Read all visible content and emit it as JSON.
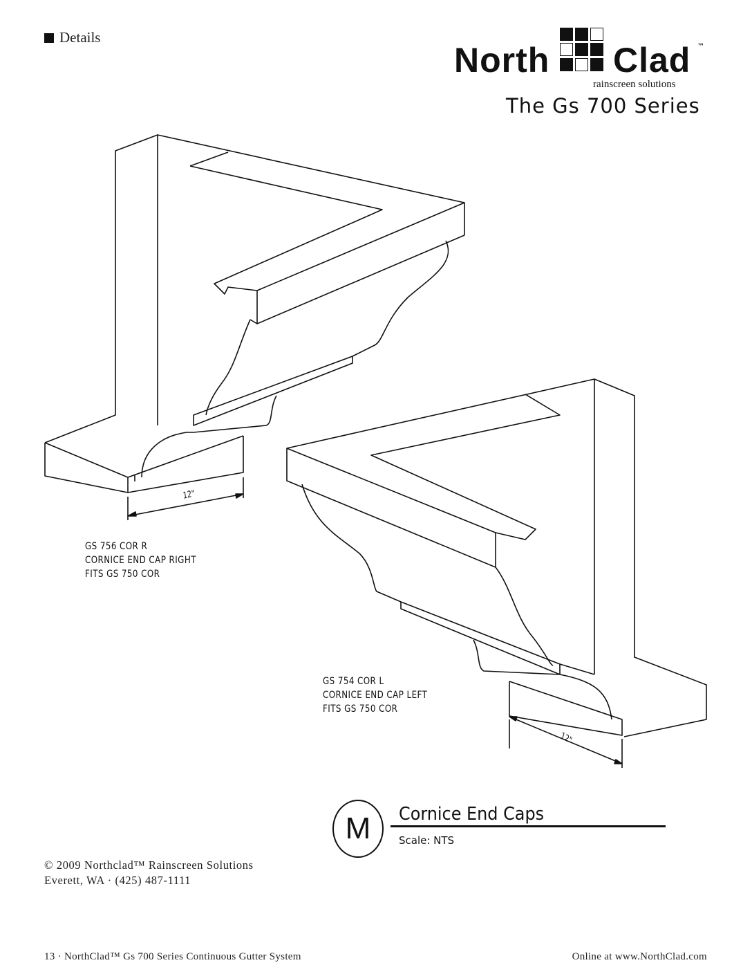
{
  "header": {
    "section_label": "Details",
    "logo": {
      "word_left": "North",
      "word_right": "Clad",
      "trademark": "™",
      "tagline": "rainscreen solutions"
    },
    "series_title": "The Gs 700 Series"
  },
  "drawings": [
    {
      "part_number": "GS 756 COR R",
      "description": "CORNICE END CAP RIGHT",
      "fits": "FITS   GS 750 COR",
      "dimension": "12\""
    },
    {
      "part_number": "GS 754 COR L",
      "description": "CORNICE END CAP LEFT",
      "fits": "FITS   GS 750 COR",
      "dimension": "12\""
    }
  ],
  "caption": {
    "letter": "M",
    "title": "Cornice End Caps",
    "scale": "Scale: NTS"
  },
  "copyright": {
    "line1": "© 2009 Northclad™ Rainscreen Solutions",
    "line2": "Everett, WA · (425) 487-1111"
  },
  "footer": {
    "left": "13 · NorthClad™ Gs 700 Series Continuous Gutter System",
    "right": "Online at www.NorthClad.com"
  }
}
